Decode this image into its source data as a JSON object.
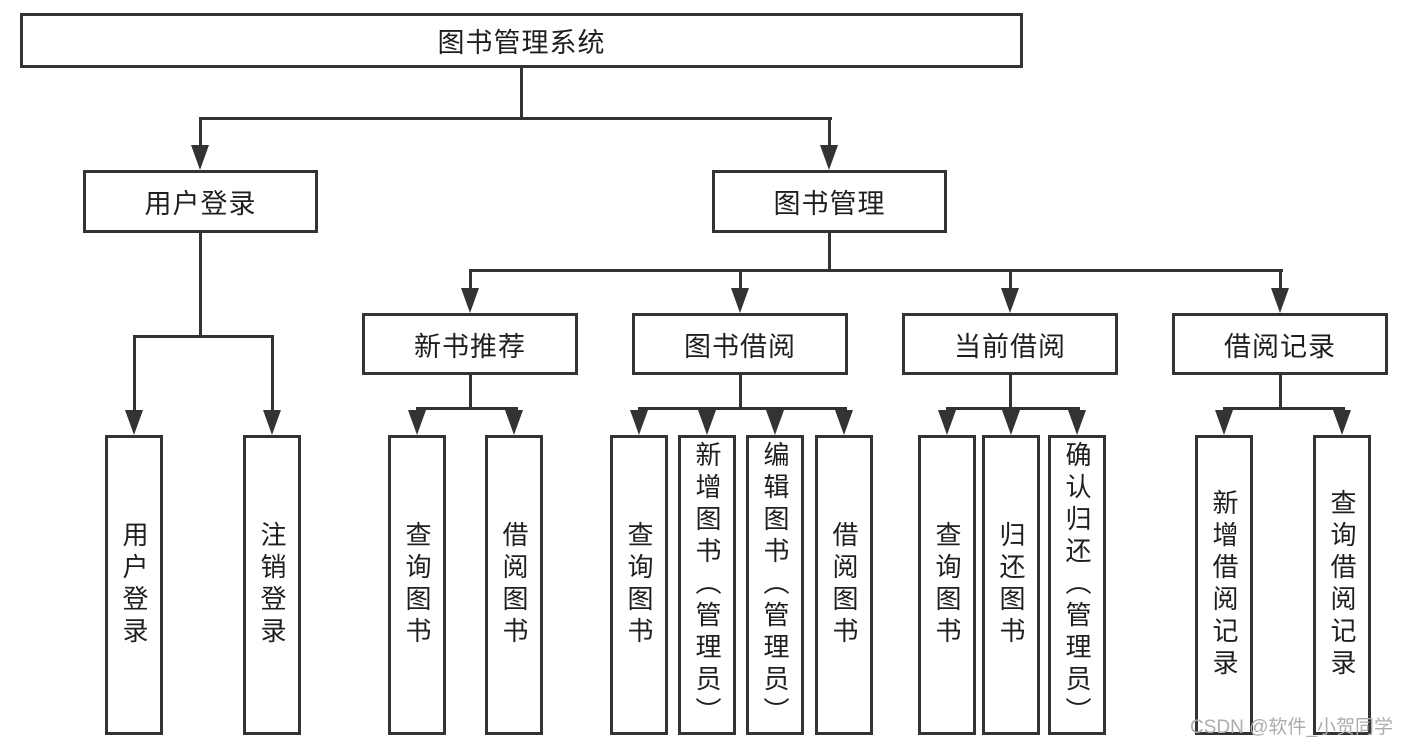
{
  "colors": {
    "line": "#333333",
    "text": "#1f1f1f",
    "box_fill": "#ffffff",
    "background": "#ffffff",
    "watermark": "#adadad"
  },
  "watermark": {
    "text": "CSDN @软件_小贺同学"
  },
  "tree": {
    "label": "图书管理系统",
    "children": [
      {
        "label": "用户登录",
        "children": [
          {
            "label": "用户登录"
          },
          {
            "label": "注销登录"
          }
        ]
      },
      {
        "label": "图书管理",
        "children": [
          {
            "label": "新书推荐",
            "children": [
              {
                "label": "查询图书"
              },
              {
                "label": "借阅图书"
              }
            ]
          },
          {
            "label": "图书借阅",
            "children": [
              {
                "label": "查询图书"
              },
              {
                "label": "新增图书（管理员）"
              },
              {
                "label": "编辑图书（管理员）"
              },
              {
                "label": "借阅图书"
              }
            ]
          },
          {
            "label": "当前借阅",
            "children": [
              {
                "label": "查询图书"
              },
              {
                "label": "归还图书"
              },
              {
                "label": "确认归还（管理员）"
              }
            ]
          },
          {
            "label": "借阅记录",
            "children": [
              {
                "label": "新增借阅记录"
              },
              {
                "label": "查询借阅记录"
              }
            ]
          }
        ]
      }
    ]
  }
}
